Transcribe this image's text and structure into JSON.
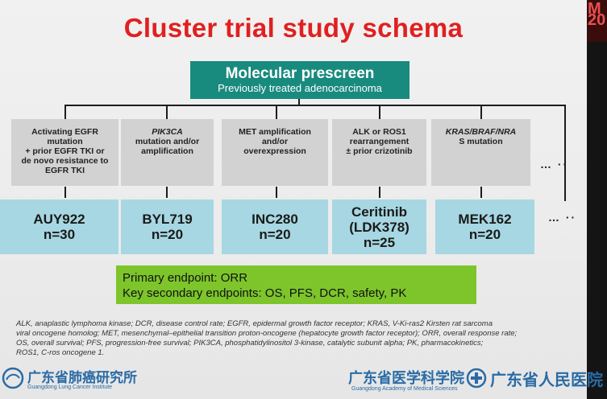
{
  "corner_text": {
    "line1": "M",
    "line2": "20"
  },
  "title": "Cluster trial study schema",
  "prescreen": {
    "title": "Molecular prescreen",
    "subtitle": "Previously treated adenocarcinoma"
  },
  "cohorts": [
    {
      "criteria": [
        "Activating EGFR",
        "mutation",
        "+ prior EGFR TKI or",
        "de novo resistance to",
        "EGFR TKI"
      ],
      "drug": [
        "AUY922",
        "n=30"
      ]
    },
    {
      "criteria": [
        "PIK3CA",
        "mutation and/or",
        "amplification"
      ],
      "drug": [
        "BYL719",
        "n=20"
      ]
    },
    {
      "criteria": [
        "MET amplification",
        "and/or",
        "overexpression"
      ],
      "drug": [
        "INC280",
        "n=20"
      ]
    },
    {
      "criteria": [
        "ALK or ROS1",
        "rearrangement",
        "± prior crizotinib"
      ],
      "drug": [
        "Ceritinib",
        "(LDK378)",
        "n=25"
      ]
    },
    {
      "criteria": [
        "KRAS/BRAF/NRA",
        "S mutation"
      ],
      "drug": [
        "MEK162",
        "n=20"
      ]
    }
  ],
  "more_indicator": "… ··",
  "endpoints": {
    "primary": "Primary endpoint: ORR",
    "secondary": "Key secondary endpoints: OS, PFS, DCR, safety, PK"
  },
  "footnote": [
    "ALK, anaplastic lymphoma kinase; DCR, disease control rate; EGFR, epidermal growth factor receptor; KRAS, V-Ki-ras2 Kirsten rat sarcoma",
    "viral oncogene homolog; MET, mesenchymal–epithelial transition proton-oncogene (hepatocyte growth factor receptor); ORR, overall response rate;",
    "OS, overall survival; PFS, progression-free survival; PIK3CA, phosphatidylinositol 3-kinase, catalytic subunit alpha; PK, pharmacokinetics;",
    "ROS1, C-ros oncogene 1."
  ],
  "logos": {
    "left": {
      "chinese": "广东省肺癌研究所",
      "english": "Guangdong Lung Cancer Institute"
    },
    "middle": {
      "chinese": "广东省医学科学院",
      "english": "Guangdong Academy of Medical Sciences"
    },
    "right": {
      "chinese": "广东省人民医院"
    }
  },
  "colors": {
    "title": "#e02020",
    "prescreen": "#198a7e",
    "criteria_box": "#d2d2d2",
    "drug_box": "#a6d7e2",
    "endpoint_box": "#7dc52b",
    "logo": "#2a6ba5"
  }
}
